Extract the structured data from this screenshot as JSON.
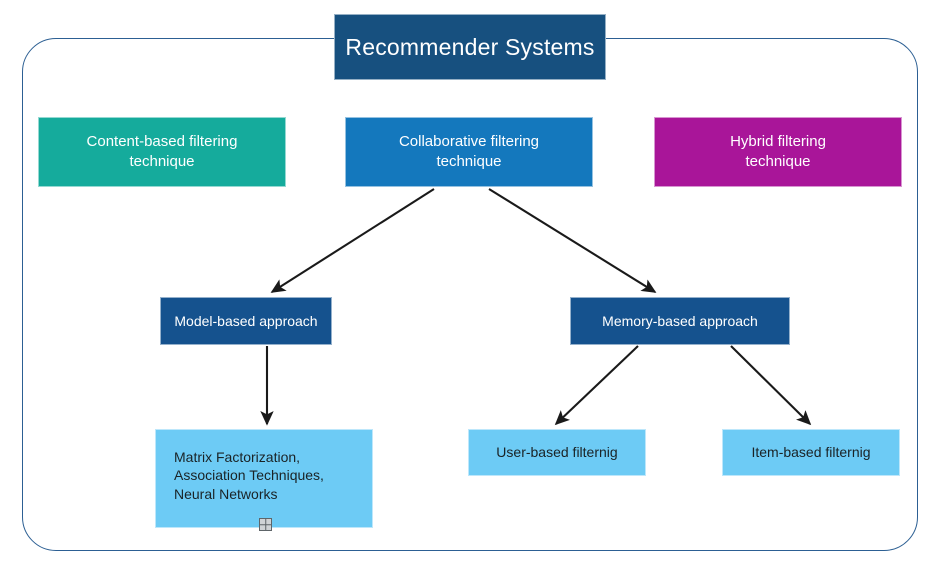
{
  "diagram": {
    "title": "Recommender Systems",
    "frame": {
      "border_color": "#2c5f93"
    },
    "level1": [
      {
        "label": "Content-based filtering\ntechnique",
        "color": "#15ab9c"
      },
      {
        "label": "Collaborative filtering\ntechnique",
        "color": "#1478bd"
      },
      {
        "label": "Hybrid filtering\ntechnique",
        "color": "#a91599"
      }
    ],
    "level2": [
      {
        "label": "Model-based approach",
        "color": "#15528e"
      },
      {
        "label": "Memory-based approach",
        "color": "#15528e"
      }
    ],
    "level3": [
      {
        "label": "Matrix Factorization,\nAssociation Techniques,\nNeural Networks",
        "color": "#6dcbf5"
      },
      {
        "label": "User-based filternig",
        "color": "#6dcbf5"
      },
      {
        "label": "Item-based filternig",
        "color": "#6dcbf5"
      }
    ],
    "title_color": "#17507f",
    "arrow_color": "#1a1a1a",
    "handle_icon": "grid-handle-icon"
  },
  "chart_data": {
    "type": "diagram",
    "title": "Recommender Systems",
    "nodes": [
      {
        "id": "root",
        "label": "Recommender Systems",
        "level": 0,
        "color": "#17507f"
      },
      {
        "id": "content",
        "label": "Content-based filtering technique",
        "level": 1,
        "color": "#15ab9c"
      },
      {
        "id": "collaborative",
        "label": "Collaborative filtering technique",
        "level": 1,
        "color": "#1478bd"
      },
      {
        "id": "hybrid",
        "label": "Hybrid filtering technique",
        "level": 1,
        "color": "#a91599"
      },
      {
        "id": "model",
        "label": "Model-based approach",
        "level": 2,
        "color": "#15528e"
      },
      {
        "id": "memory",
        "label": "Memory-based approach",
        "level": 2,
        "color": "#15528e"
      },
      {
        "id": "matrix",
        "label": "Matrix Factorization, Association Techniques, Neural Networks",
        "level": 3,
        "color": "#6dcbf5"
      },
      {
        "id": "user",
        "label": "User-based filternig",
        "level": 3,
        "color": "#6dcbf5"
      },
      {
        "id": "item",
        "label": "Item-based filternig",
        "level": 3,
        "color": "#6dcbf5"
      }
    ],
    "edges": [
      {
        "from": "collaborative",
        "to": "model"
      },
      {
        "from": "collaborative",
        "to": "memory"
      },
      {
        "from": "model",
        "to": "matrix"
      },
      {
        "from": "memory",
        "to": "user"
      },
      {
        "from": "memory",
        "to": "item"
      }
    ]
  }
}
